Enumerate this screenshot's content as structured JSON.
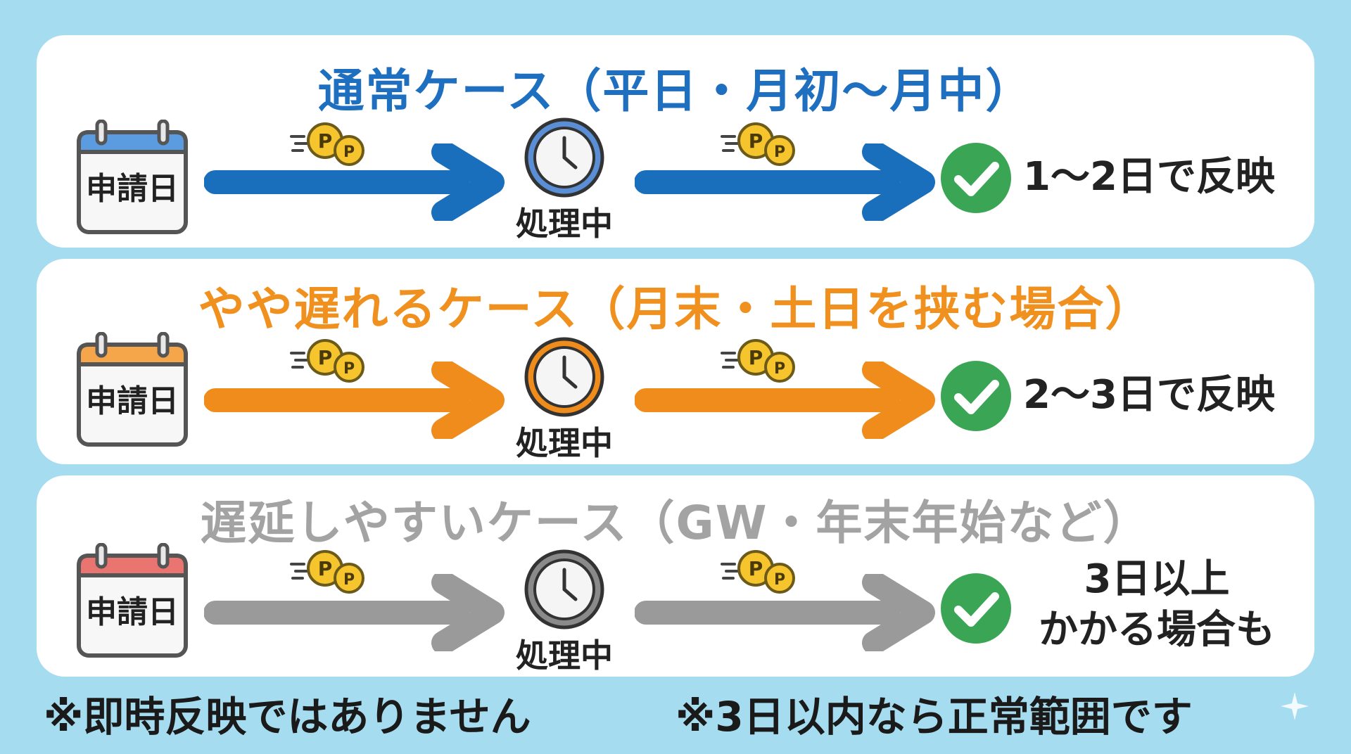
{
  "cases": [
    {
      "title": "通常ケース（平日・月初〜月中）",
      "color": "#1a6fbd",
      "title_color": "#1f6fc1",
      "start_label": "申請日",
      "middle_label": "処理中",
      "result_lines": [
        "1〜2日で反映"
      ]
    },
    {
      "title": "やや遅れるケース（月末・土日を挟む場合）",
      "color": "#f08c1c",
      "title_color": "#f0901e",
      "start_label": "申請日",
      "middle_label": "処理中",
      "result_lines": [
        "2〜3日で反映"
      ]
    },
    {
      "title": "遅延しやすいケース（GW・年末年始など）",
      "color": "#9a9a9a",
      "title_color": "#a3a3a3",
      "start_label": "申請日",
      "middle_label": "処理中",
      "result_lines": [
        "3日以上",
        "かかる場合も"
      ]
    }
  ],
  "footer": {
    "note_left": "※即時反映ではありません",
    "note_right": "※3日以内なら正常範囲です"
  },
  "icons": {
    "calendar": "calendar-icon",
    "coins": "point-coins-icon",
    "clock": "clock-icon",
    "check": "check-circle-icon"
  },
  "colors": {
    "background": "#a6dcef",
    "check": "#3aa655"
  }
}
